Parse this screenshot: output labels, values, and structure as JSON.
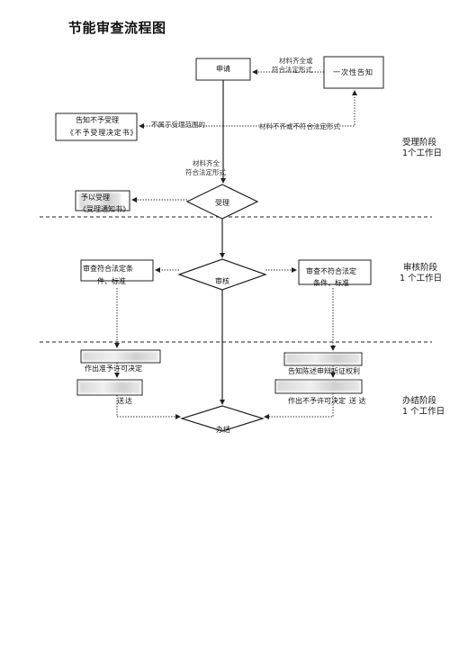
{
  "title": "节能审查流程图",
  "nodes": {
    "apply": "申请",
    "notice_once": "一次性告知",
    "reject_line1": "告知不予受理",
    "reject_line2": "《不予受理决定书》",
    "accept_line1": "予以受理",
    "accept_line2": "《受理通知书》",
    "accept": "受理",
    "review": "审核",
    "meets_line1": "审查符合法定条",
    "meets_line2": "件、标准",
    "notmeet_line1": "审查不符合法定",
    "notmeet_line2": "条件、标准",
    "grant": "作出准予许可决定",
    "inform_rights": "告知陈述申辩听证权利",
    "deny": "作出不予许可决定",
    "deliver_left": "送达",
    "deliver_right": "送 达",
    "conclude": "办结"
  },
  "notes": {
    "complete_legal_top_1": "材料齐全或",
    "complete_legal_top_2": "符合法定形式",
    "not_in_scope": "不属于受理范围的",
    "incomplete": "材料不齐或不符合法定形式",
    "complete_legal_mid_1": "材料齐全",
    "complete_legal_mid_2": "符合法定形式"
  },
  "stages": {
    "accept_stage": "受理阶段",
    "accept_days": "1个工作日",
    "review_stage": "审核阶段",
    "review_days": "1 个工作日",
    "conclude_stage": "办结阶段",
    "conclude_days": "1 个工作日"
  }
}
